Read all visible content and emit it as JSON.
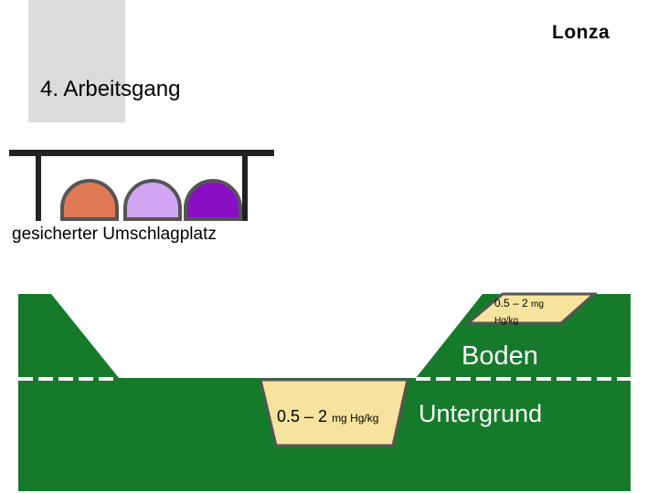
{
  "slide": {
    "title": "4. Arbeitsgang",
    "logo_text": "Lonza",
    "shelter_caption": "gesicherter Umschlagplatz"
  },
  "labels": {
    "soil": "Boden",
    "subsoil": "Untergrund",
    "bin_large_value": "0.5 – 2",
    "bin_large_unit": "mg Hg/kg",
    "bin_small_value": "0.5 – 2",
    "bin_small_unit_part1": "mg",
    "bin_small_unit_part2": "Hg/kg"
  },
  "colors": {
    "ground_green": "#157a2a",
    "bin_fill": "#f6e49e",
    "container_orange": "#e07a55",
    "container_lilac": "#d3a6f4",
    "container_purple": "#8a0fc4",
    "frame_dark": "#222222",
    "title_block": "#dcdcda"
  }
}
